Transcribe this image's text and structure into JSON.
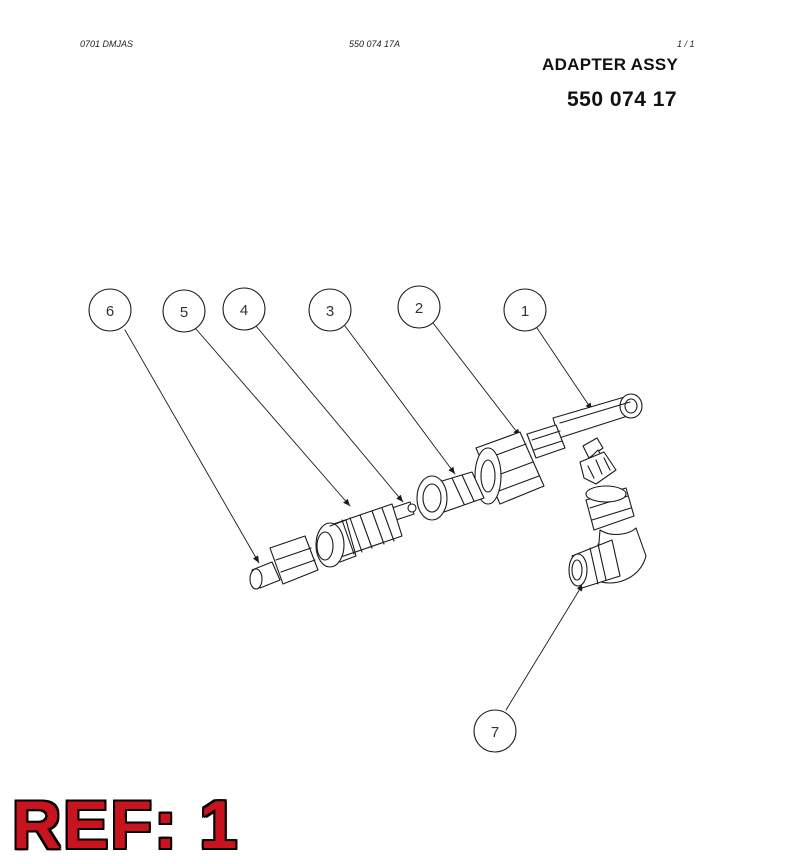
{
  "header": {
    "left": "0701 DMJAS",
    "center": "550 074 17A",
    "right": "1 /   1"
  },
  "title": "ADAPTER ASSY",
  "part_number": "550 074 17",
  "balloons": [
    "1",
    "2",
    "3",
    "4",
    "5",
    "6",
    "7"
  ],
  "reference": "REF: 1"
}
